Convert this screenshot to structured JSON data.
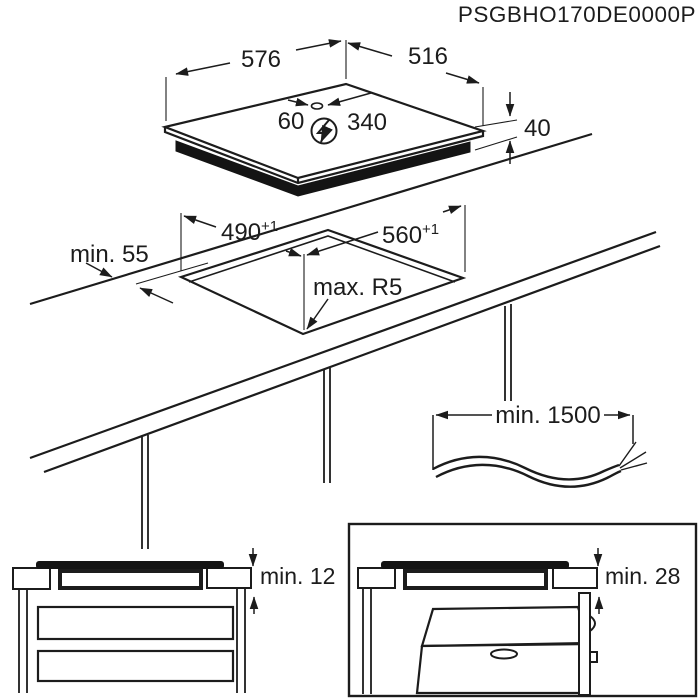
{
  "product_code": "PSGBHO170DE0000P",
  "colors": {
    "line": "#1c1c1c",
    "background": "#ffffff",
    "hob_glass_fill": "#141414"
  },
  "hob_top_view": {
    "width": "576",
    "depth": "516",
    "cable_entry_left_offset": "60",
    "cable_entry_right_offset": "340",
    "build_in_height": "40",
    "power_icon": "lightning-bolt-in-circle"
  },
  "worktop_cutout": {
    "cutout_depth": "490",
    "cutout_depth_tolerance": "+1",
    "cutout_width": "560",
    "cutout_width_tolerance": "+1",
    "wall_clearance": "min. 55",
    "corner_radius": "max. R5"
  },
  "mains_cable": {
    "length": "min. 1500"
  },
  "drawer_clearance": {
    "gap": "min. 12"
  },
  "oven_clearance": {
    "gap": "min. 28"
  }
}
